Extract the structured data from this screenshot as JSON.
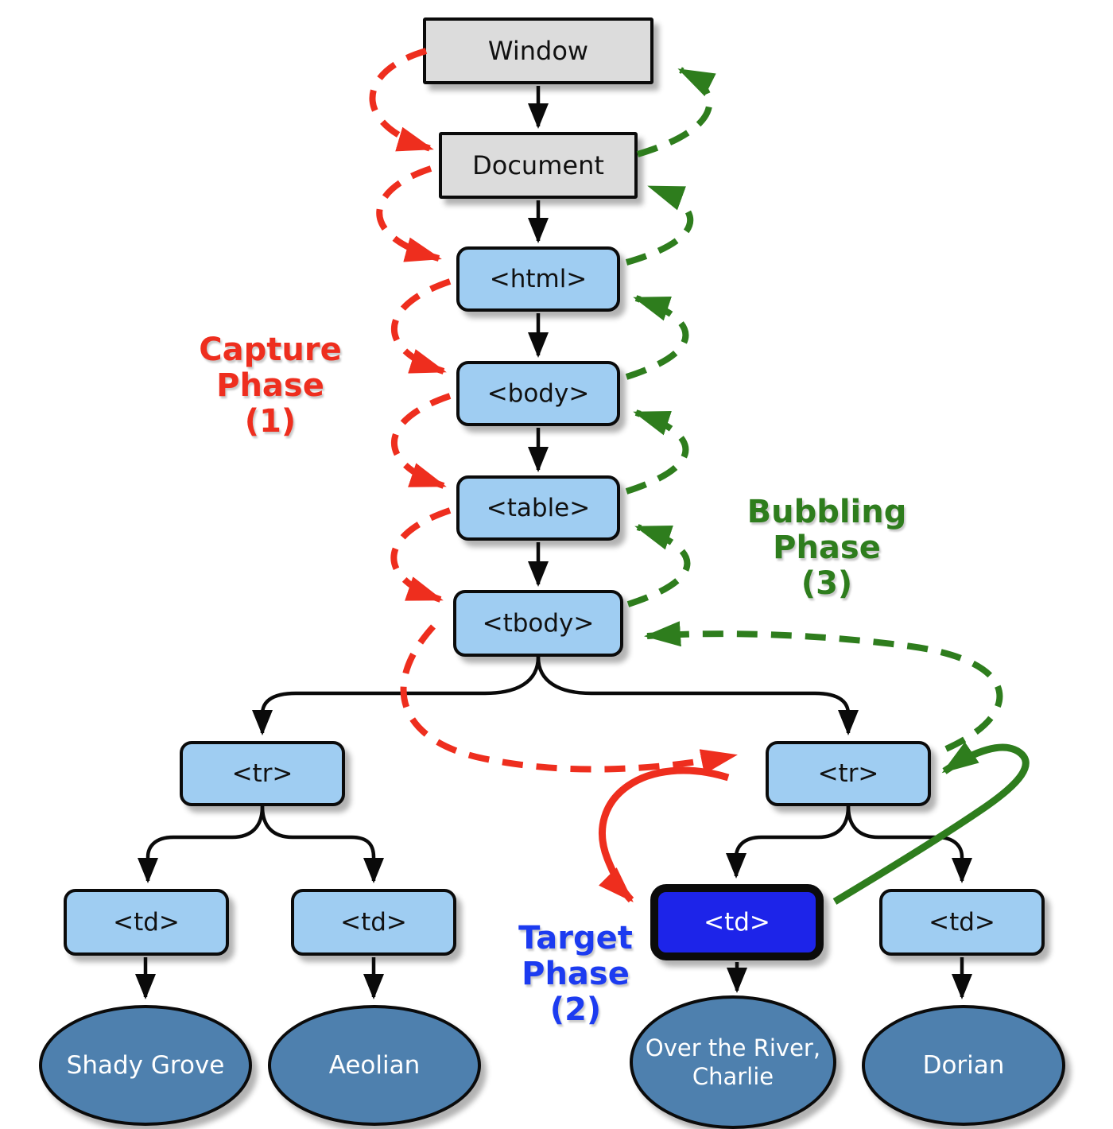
{
  "nodes": {
    "window": {
      "label": "Window"
    },
    "document": {
      "label": "Document"
    },
    "html": {
      "label": "<html>"
    },
    "body": {
      "label": "<body>"
    },
    "table": {
      "label": "<table>"
    },
    "tbody": {
      "label": "<tbody>"
    },
    "tr_left": {
      "label": "<tr>"
    },
    "tr_right": {
      "label": "<tr>"
    },
    "td_1": {
      "label": "<td>"
    },
    "td_2": {
      "label": "<td>"
    },
    "td_target": {
      "label": "<td>"
    },
    "td_4": {
      "label": "<td>"
    }
  },
  "leaves": {
    "shady_grove": {
      "label": "Shady Grove"
    },
    "aeolian": {
      "label": "Aeolian"
    },
    "over_river": {
      "line1": "Over the River,",
      "line2": "Charlie"
    },
    "dorian": {
      "label": "Dorian"
    }
  },
  "phases": {
    "capture": {
      "line1": "Capture",
      "line2": "Phase",
      "line3": "(1)",
      "color": "#ee2e1e"
    },
    "target": {
      "line1": "Target",
      "line2": "Phase",
      "line3": "(2)",
      "color": "#1c3bf0"
    },
    "bubbling": {
      "line1": "Bubbling",
      "line2": "Phase",
      "line3": "(3)",
      "color": "#2e7d1d"
    }
  },
  "colors": {
    "node_fill": "#9fcdf2",
    "node_gray_fill": "#dcdcdc",
    "target_fill": "#1d24e9",
    "leaf_fill": "#4e80ae",
    "capture_red": "#ee2e1e",
    "bubbling_green": "#2e7d1d",
    "target_blue": "#1c3bf0",
    "connector_black": "#0a0a0a"
  }
}
